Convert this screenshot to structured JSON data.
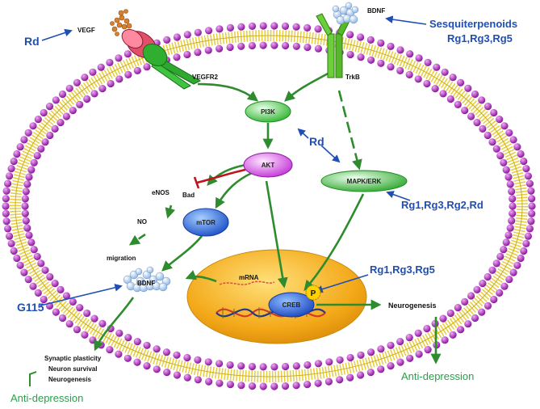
{
  "labels": {
    "rd_left": "Rd",
    "vegf": "VEGF",
    "vegfr2": "VEGFR2",
    "bdnf_top": "BDNF",
    "trkb": "TrkB",
    "sesquiterpenoids": "Sesquiterpenoids",
    "rg_top": "Rg1,Rg3,Rg5",
    "pi3k": "PI3K",
    "rd_mid": "Rd",
    "akt": "AKT",
    "enos": "eNOS",
    "bad": "Bad",
    "no": "NO",
    "migration": "migration",
    "mtor": "mTOR",
    "mapk": "MAPK/ERK",
    "rg_mapk": "Rg1,Rg3,Rg2,Rd",
    "mrna": "mRNA",
    "bdnf_mid": "BDNF",
    "g115": "G115",
    "creb": "CREB",
    "p": "P",
    "rg_creb": "Rg1,Rg3,Rg5",
    "neurogenesis_right": "Neurogenesis",
    "anti_right": "Anti-depression",
    "outcome1": "Synaptic plasticity",
    "outcome2": "Neuron survival",
    "outcome3": "Neurogenesis",
    "anti_left": "Anti-depression"
  },
  "colors": {
    "membrane_head": "#a01fb0",
    "membrane_tail": "#f2d21a",
    "nucleus": "#f3a818",
    "arrow": "#2e8b2e",
    "drug_text": "#1f4fb5",
    "inhibit": "#c0141c",
    "pi3k": "#4fd14f",
    "akt": "#d34fe0",
    "mtor": "#2f6fe0",
    "mapk": "#3fbf3f",
    "creb": "#2f5fe0"
  }
}
